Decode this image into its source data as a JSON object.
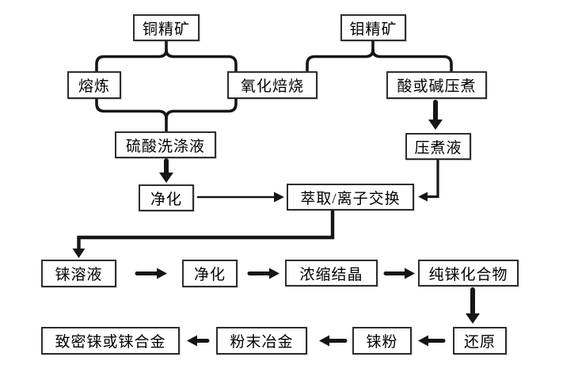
{
  "colors": {
    "background": "#ffffff",
    "line": "#161616",
    "box_border": "#2e2e2e",
    "text": "#000000"
  },
  "nodes": {
    "copper_concentrate": {
      "label": "铜精矿"
    },
    "moly_concentrate": {
      "label": "钼精矿"
    },
    "smelting": {
      "label": "熔炼"
    },
    "oxidation_roasting": {
      "label": "氧化焙烧"
    },
    "acid_alkali_cook": {
      "label": "酸或碱压煮"
    },
    "sulfuric_wash": {
      "label": "硫酸洗涤液"
    },
    "cook_liquor": {
      "label": "压煮液"
    },
    "purification1": {
      "label": "净化"
    },
    "extraction": {
      "label": "萃取/离子交换"
    },
    "re_solution": {
      "label": "铼溶液"
    },
    "purification2": {
      "label": "净化"
    },
    "concentration": {
      "label": "浓缩结晶"
    },
    "pure_compound": {
      "label": "纯铼化合物"
    },
    "dense_re": {
      "label": "致密铼或铼合金"
    },
    "powder_metallurgy": {
      "label": "粉末冶金"
    },
    "re_powder": {
      "label": "铼粉"
    },
    "reduction": {
      "label": "还原"
    }
  },
  "edges": [
    {
      "from": "铜精矿",
      "to": "熔炼",
      "style": "bracket"
    },
    {
      "from": "铜精矿",
      "to": "氧化焙烧",
      "style": "bracket"
    },
    {
      "from": "熔炼 / 氧化焙烧",
      "to": "硫酸洗涤液",
      "style": "bracket-merge"
    },
    {
      "from": "钼精矿",
      "to": "氧化焙烧",
      "style": "bracket"
    },
    {
      "from": "钼精矿",
      "to": "酸或碱压煮",
      "style": "bracket"
    },
    {
      "from": "酸或碱压煮",
      "to": "压煮液",
      "style": "thick-arrow"
    },
    {
      "from": "硫酸洗涤液",
      "to": "净化",
      "style": "thick-arrow"
    },
    {
      "from": "净化",
      "to": "萃取/离子交换",
      "style": "thin-arrow"
    },
    {
      "from": "压煮液",
      "to": "萃取/离子交换",
      "style": "elbow-arrow"
    },
    {
      "from": "萃取/离子交换",
      "to": "铼溶液",
      "style": "elbow-arrow"
    },
    {
      "from": "铼溶液",
      "to": "净化",
      "style": "block-arrow"
    },
    {
      "from": "净化",
      "to": "浓缩结晶",
      "style": "block-arrow"
    },
    {
      "from": "浓缩结晶",
      "to": "纯铼化合物",
      "style": "block-arrow"
    },
    {
      "from": "纯铼化合物",
      "to": "还原",
      "style": "thick-arrow"
    },
    {
      "from": "还原",
      "to": "铼粉",
      "style": "block-arrow"
    },
    {
      "from": "铼粉",
      "to": "粉末冶金",
      "style": "block-arrow"
    },
    {
      "from": "粉末冶金",
      "to": "致密铼或铼合金",
      "style": "block-arrow"
    }
  ]
}
